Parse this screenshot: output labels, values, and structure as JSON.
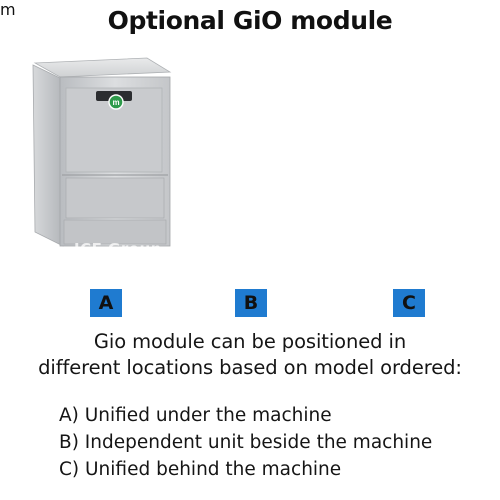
{
  "title": "Optional GiO module",
  "watermark": "ICE Group",
  "labels": {
    "a": "A",
    "b": "B",
    "c": "C"
  },
  "description": {
    "line1": "Gio module can be positioned in",
    "line2": "different locations based on model ordered:"
  },
  "options": [
    "A) Unified under the machine",
    "B) Independent unit beside the machine",
    "C) Unified behind the machine"
  ],
  "colors": {
    "label_bg": "#1f7bd0",
    "connector_line": "#29a3e8",
    "stainless": "#c7c9cc",
    "brand_logo": "#2e9a4a"
  }
}
